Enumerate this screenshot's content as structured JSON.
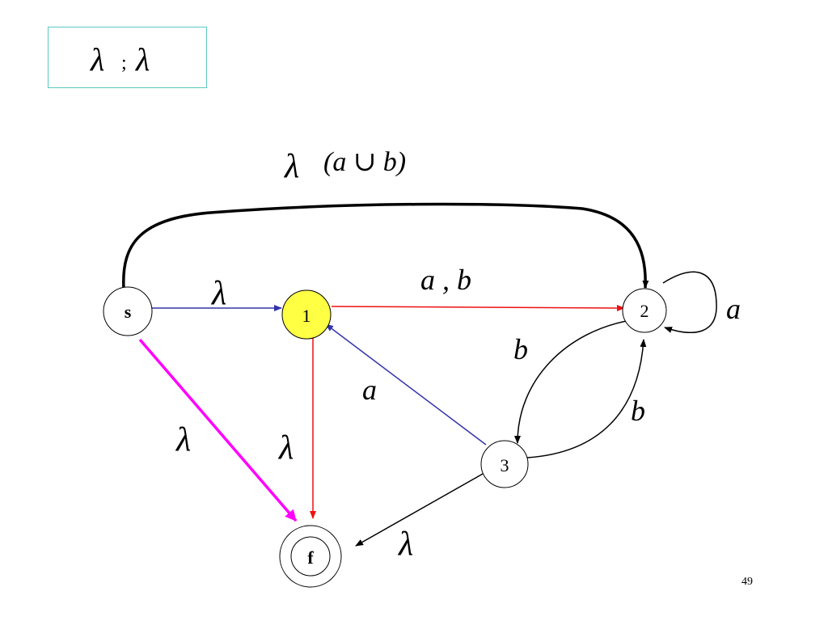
{
  "title": {
    "lambda1": "λ",
    "sep": ";",
    "lambda2": "λ"
  },
  "nodes": {
    "s": "s",
    "n1": "1",
    "n2": "2",
    "n3": "3",
    "f": "f"
  },
  "edge_labels": {
    "top_lambda": "λ",
    "top_union": "(a ∪ b)",
    "s_to_1": "λ",
    "n1_to_2": "a , b",
    "n2_loop": "a",
    "n2_to_3": "b",
    "n3_to_2": "b",
    "n3_to_1": "a",
    "s_to_f": "λ",
    "n1_to_f": "λ",
    "n3_to_f": "λ"
  },
  "colors": {
    "blue_edge": "#3333aa",
    "red_edge": "#ee1111",
    "magenta_edge": "#ff00ff",
    "black_edge": "#000000",
    "highlight_node": "#ffff44",
    "title_border": "#5cc9c0"
  },
  "page_number": "49"
}
